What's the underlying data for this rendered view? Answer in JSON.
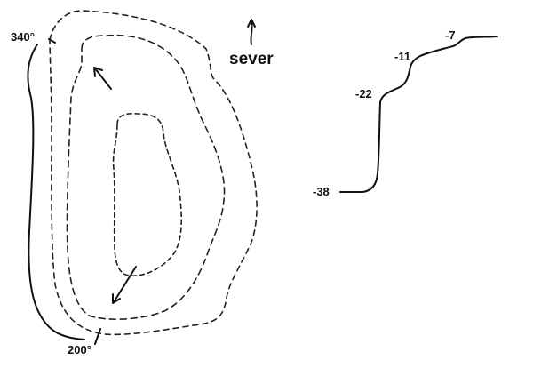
{
  "map": {
    "angle_labels": [
      "340°",
      "200°"
    ],
    "north_label": "sever",
    "icons": [
      "north-arrow-icon",
      "flow-arrow-icon"
    ]
  },
  "profile": {
    "depth_labels": [
      "-38",
      "-22",
      "-11",
      "-7"
    ]
  }
}
